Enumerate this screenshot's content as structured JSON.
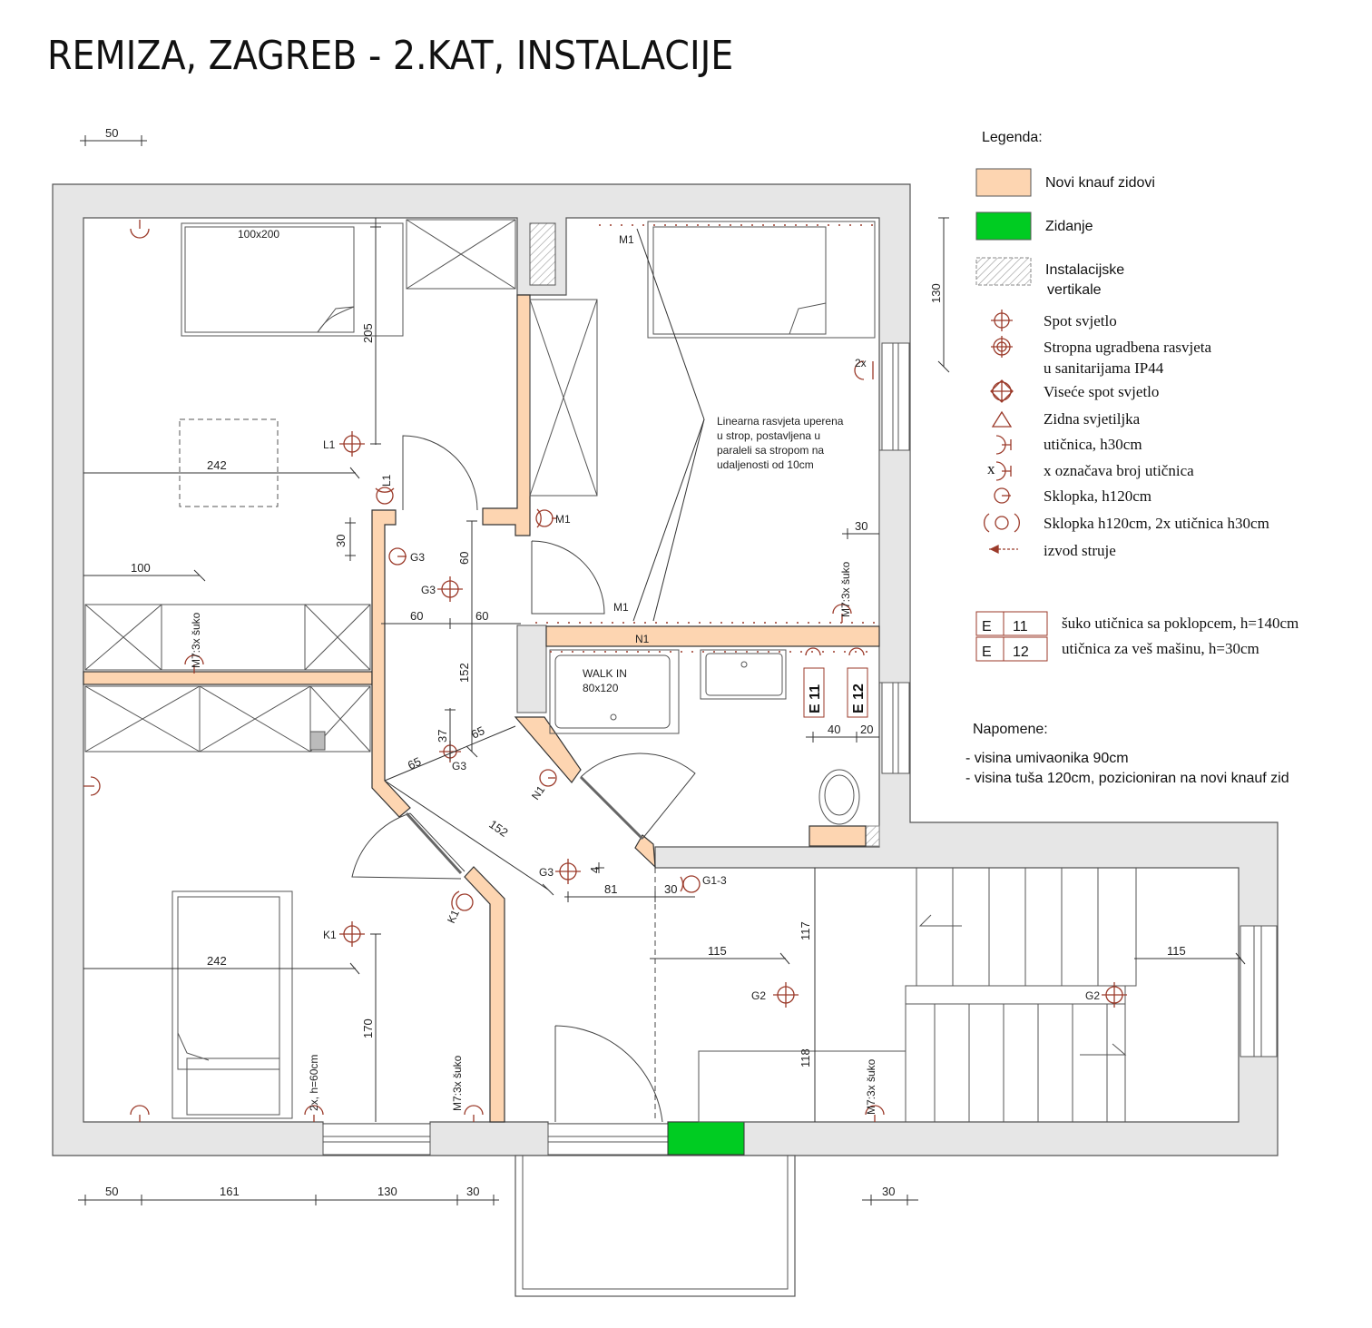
{
  "title": "REMIZA, ZAGREB - 2.KAT, INSTALACIJE",
  "colors": {
    "knauf": "#fdd5b1",
    "zidanje": "#00cc22",
    "wall": "#e6e6e6",
    "symbol": "#9b3a2a"
  },
  "legend": {
    "heading": "Legenda:",
    "items": [
      "Novi knauf zidovi",
      "Zidanje",
      "Instalacijske",
      "vertikale",
      "Spot svjetlo",
      "Stropna ugradbena rasvjeta",
      "u sanitarijama IP44",
      "Viseće spot svjetlo",
      "Zidna svjetiljka",
      "utičnica, h30cm",
      "x označava broj utičnica",
      "Sklopka, h120cm",
      "Sklopka h120cm, 2x utičnica h30cm",
      "izvod struje"
    ],
    "x_mark": "x",
    "e_rows": [
      {
        "letter": "E",
        "num": "11",
        "desc": "šuko utičnica sa poklopcem, h=140cm"
      },
      {
        "letter": "E",
        "num": "12",
        "desc": "utičnica za veš mašinu, h=30cm"
      }
    ]
  },
  "notes": {
    "heading": "Napomene:",
    "items": [
      "- visina umivaonika 90cm",
      "- visina tuša 120cm, pozicioniran na novi knauf zid"
    ]
  },
  "annotation": [
    "Linearna rasvjeta uperena",
    "u strop, postavljena u",
    "paraleli sa stropom na",
    "udaljenosti od 10cm"
  ],
  "labels": {
    "bed": "100x200",
    "walkin_1": "WALK IN",
    "walkin_2": "80x120",
    "m7a": "M7:3x šuko",
    "m7b": "M7:3x šuko",
    "m7c": "M7:3x šuko",
    "m7d": "M7:3x šuko",
    "x2a": "2x",
    "x2b": "2x, h=60cm",
    "e11": "E 11",
    "e12": "E 12",
    "L1": "L1",
    "L1b": "L1",
    "G3a": "G3",
    "G3b": "G3",
    "G3c": "G3",
    "G3d": "G3",
    "M1a": "M1",
    "M1b": "M1",
    "M1c": "M1",
    "N1a": "N1",
    "N1b": "N1",
    "K1a": "K1",
    "K1b": "K1",
    "G2a": "G2",
    "G2b": "G2",
    "G13": "G1-3"
  },
  "dims": {
    "top50": "50",
    "d205": "205",
    "d242a": "242",
    "d30a": "30",
    "d100": "100",
    "d60a": "60",
    "d60b": "60",
    "d60c": "60",
    "d152a": "152",
    "d37": "37",
    "d65a": "65",
    "d65b": "65",
    "d152b": "152",
    "d4": "4",
    "d81": "81",
    "d30b": "30",
    "d242b": "242",
    "d170": "170",
    "d130": "130",
    "d30c": "30",
    "d40": "40",
    "d20": "20",
    "d115a": "115",
    "d117": "117",
    "d118": "118",
    "d115b": "115",
    "bot50": "50",
    "bot161": "161",
    "bot130": "130",
    "bot30": "30",
    "bot30b": "30"
  }
}
